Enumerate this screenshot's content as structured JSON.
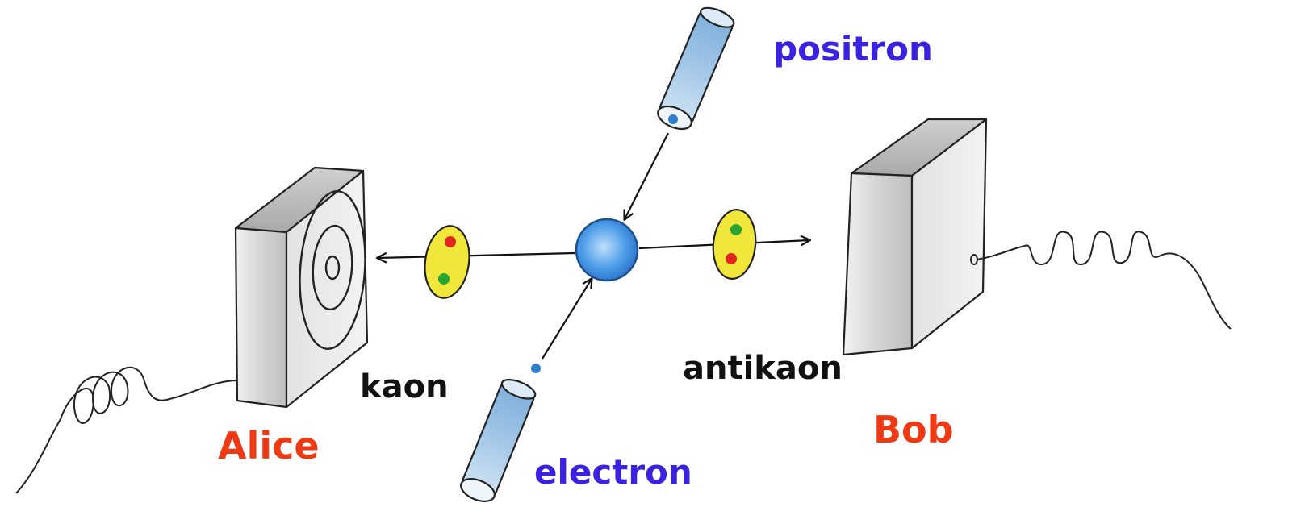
{
  "labels": {
    "positron": "positron",
    "electron": "electron",
    "kaon": "kaon",
    "antikaon": "antikaon",
    "alice": "Alice",
    "bob": "Bob"
  },
  "colors": {
    "particle_label": "#3a22e0",
    "person_label": "#ee3a14",
    "meson_label": "#111111",
    "beam_tube": "#a9cbe8",
    "collision": "#3b8fe0",
    "kaon_body": "#f1e63a",
    "quark_red": "#e0261e",
    "quark_green": "#27a534"
  }
}
